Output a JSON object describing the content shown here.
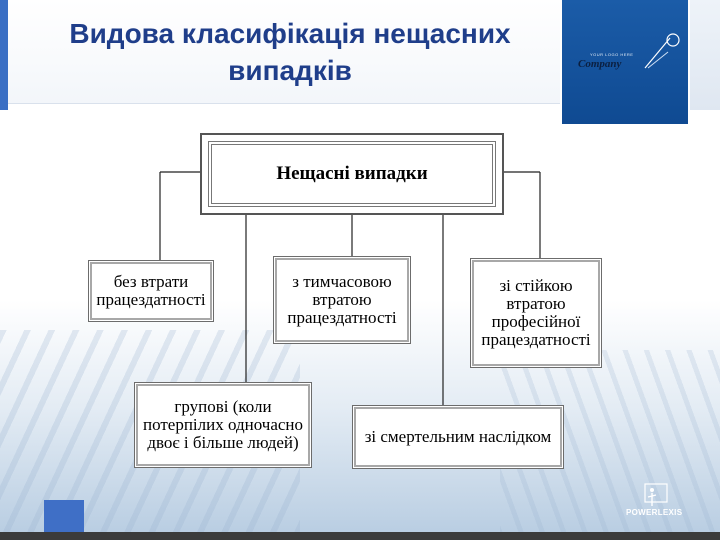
{
  "slide": {
    "title": "Видова класифікація нещасних випадків"
  },
  "logo": {
    "tagline": "YOUR LOGO HERE",
    "word": "Company"
  },
  "brand": {
    "name": "POWERLEXIS"
  },
  "diagram": {
    "root": "Нещасні випадки",
    "nodes": [
      "без втрати працездатності",
      "з тимчасовою втратою працездатності",
      "зі стійкою втратою професійної працездатності",
      "групові (коли потерпілих одночасно двоє і більше людей)",
      "зі смертельним наслідком"
    ]
  },
  "colors": {
    "title": "#1f3e8a",
    "logo_bg": "#0f4a92",
    "accent": "#3f6fc6"
  }
}
